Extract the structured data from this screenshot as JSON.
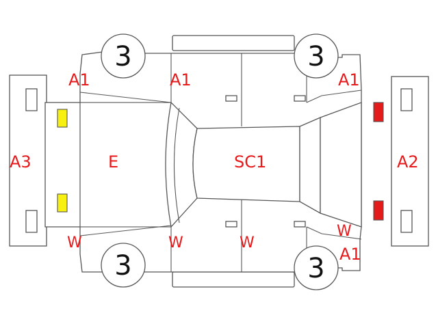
{
  "colors": {
    "code_text": "#e8191b",
    "outline": "#555555",
    "lamp_front": "#f7f010",
    "lamp_rear": "#e41b1b"
  },
  "wheels": {
    "fl": "3",
    "fr": "3",
    "rl": "3",
    "rr": "3"
  },
  "codes": {
    "front_bumper": "A3",
    "rear_bumper": "A2",
    "hood": "E",
    "roof": "SC1",
    "left_front_fender": "A1",
    "left_front_door": "A1",
    "left_rear_fender": "A1",
    "right_front_fender": "W",
    "right_front_door": "W",
    "right_rear_door": "W",
    "right_rear_fender": "W",
    "right_rear_quarter": "A1"
  }
}
